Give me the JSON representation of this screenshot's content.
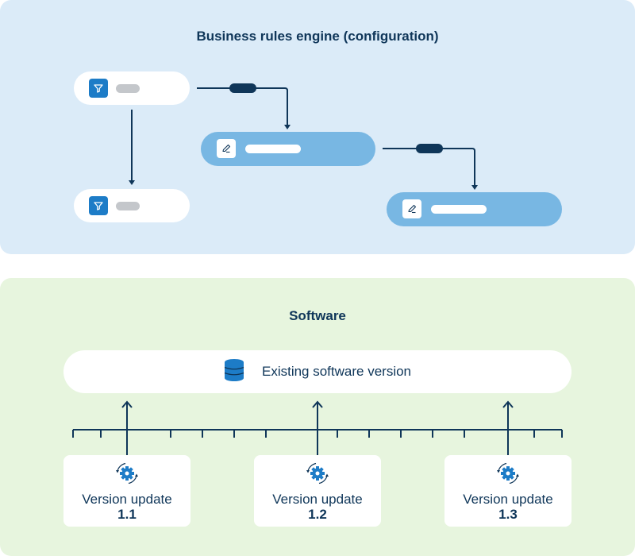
{
  "colors": {
    "top_panel_bg": "#dbebf8",
    "bottom_panel_bg": "#e7f5de",
    "navy": "#0f3659",
    "accent_blue": "#1d7cc7",
    "node_blue": "#78b7e3",
    "placeholder_grey": "#c4c7cb"
  },
  "top_section": {
    "title": "Business rules engine (configuration)",
    "nodes": [
      {
        "id": "filter-1",
        "type": "filter",
        "icon": "filter-icon"
      },
      {
        "id": "filter-2",
        "type": "filter",
        "icon": "filter-icon"
      },
      {
        "id": "edit-1",
        "type": "edit",
        "icon": "pencil-icon"
      },
      {
        "id": "edit-2",
        "type": "edit",
        "icon": "pencil-icon"
      }
    ],
    "connectors": [
      {
        "from": "filter-1",
        "to": "edit-1",
        "has_condition_pill": true
      },
      {
        "from": "filter-1",
        "to": "filter-2",
        "has_condition_pill": false
      },
      {
        "from": "edit-1",
        "to": "edit-2",
        "has_condition_pill": true
      }
    ]
  },
  "bottom_section": {
    "title": "Software",
    "existing_version": {
      "label": "Existing software version",
      "icon": "database-icon"
    },
    "timeline": {
      "icon": "timeline-ruler"
    },
    "updates": [
      {
        "label": "Version update",
        "version": "1.1",
        "icon": "gear-refresh-icon"
      },
      {
        "label": "Version update",
        "version": "1.2",
        "icon": "gear-refresh-icon"
      },
      {
        "label": "Version update",
        "version": "1.3",
        "icon": "gear-refresh-icon"
      }
    ]
  }
}
